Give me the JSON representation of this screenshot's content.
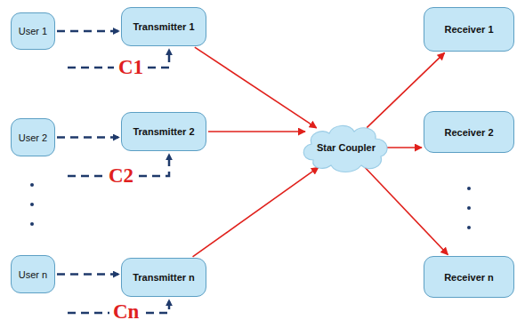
{
  "diagram": {
    "nodes": [
      {
        "text": [
          "User 1"
        ]
      },
      {
        "text": [
          "Transmitter 1"
        ]
      },
      {
        "text": [
          "User 2"
        ]
      },
      {
        "text": [
          "Transmitter 2"
        ]
      },
      {
        "text": [
          "User n"
        ]
      },
      {
        "text": [
          "Transmitter n"
        ]
      },
      {
        "text": [
          "Star Coupler"
        ]
      },
      {
        "text": [
          "Receiver 1"
        ]
      },
      {
        "text": [
          "Receiver 2"
        ]
      },
      {
        "text": [
          "Receiver n"
        ]
      }
    ],
    "edges": [
      {
        "from": 0,
        "to": 1,
        "arrow": "to"
      },
      {
        "from": 2,
        "to": 3,
        "arrow": "to"
      },
      {
        "from": 4,
        "to": 5,
        "arrow": "to"
      },
      {
        "from": 1,
        "to": 6,
        "arrow": "to"
      },
      {
        "from": 3,
        "to": 6,
        "arrow": "to"
      },
      {
        "from": 5,
        "to": 6,
        "arrow": "to"
      },
      {
        "from": 6,
        "to": 7,
        "arrow": "to"
      },
      {
        "from": 6,
        "to": 8,
        "arrow": "to"
      },
      {
        "from": 6,
        "to": 9,
        "arrow": "to"
      }
    ],
    "labels": [
      "C1",
      "C2",
      "Cn"
    ]
  }
}
